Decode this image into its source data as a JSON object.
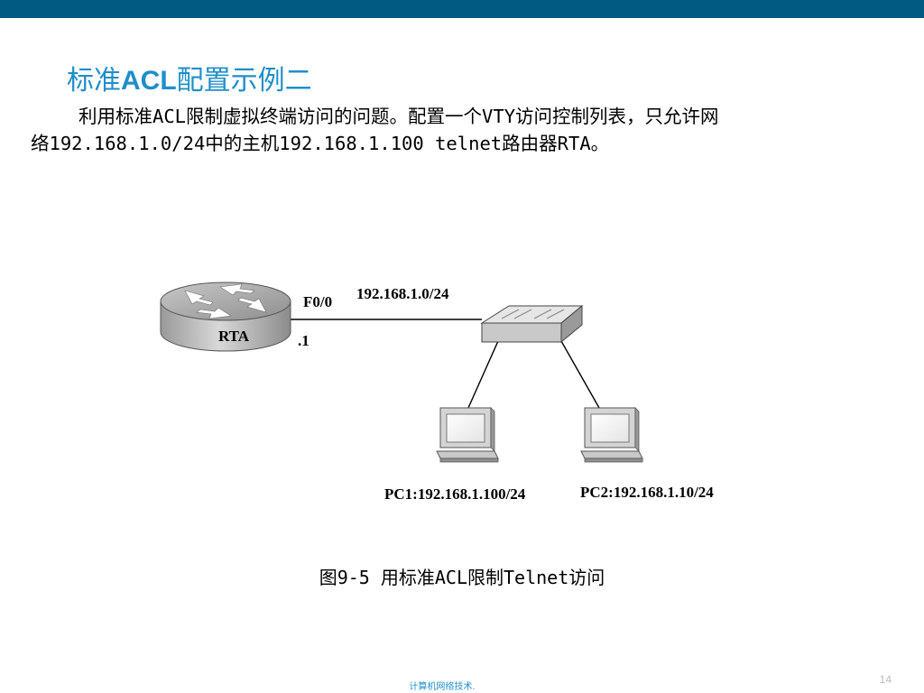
{
  "slide": {
    "title_cn_1": "标准",
    "title_latin": "ACL",
    "title_cn_2": "配置示例二",
    "body_line_1": "利用标准ACL限制虚拟终端访问的问题。配置一个VTY访问控制列表，只允许网",
    "body_line_2": "络192.168.1.0/24中的主机192.168.1.100 telnet路由器RTA。",
    "caption": "图9-5 用标准ACL限制Telnet访问",
    "footer": "计算机网络技术.",
    "page_number": "14",
    "colors": {
      "top_band": "#005a82",
      "title": "#1f8fc9",
      "footer": "#1f8fc9"
    }
  },
  "diagram": {
    "router_label": "RTA",
    "interface_label": "F0/0",
    "interface_ip_suffix": ".1",
    "network_label": "192.168.1.0/24",
    "pc1_label": "PC1:192.168.1.100/24",
    "pc2_label": "PC2:192.168.1.10/24",
    "devices": {
      "router_icon": "router-icon",
      "switch_icon": "switch-icon",
      "pc1_icon": "pc-icon",
      "pc2_icon": "pc-icon"
    }
  }
}
